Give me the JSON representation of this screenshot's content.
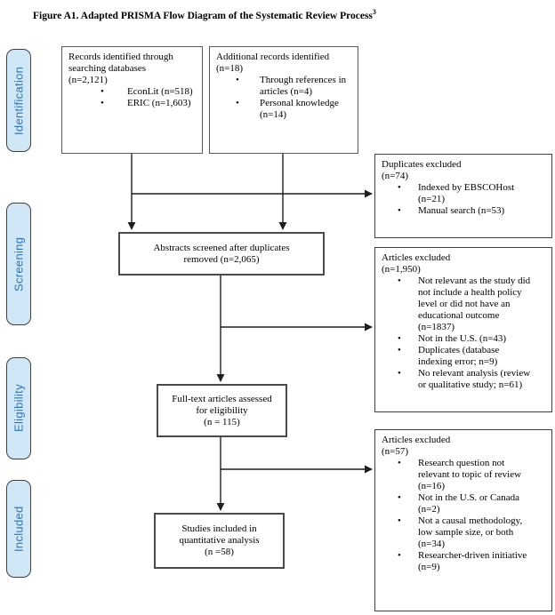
{
  "title": {
    "text": "Figure A1. Adapted PRISMA Flow Diagram of the Systematic Review Process",
    "superscript": "3"
  },
  "stages": [
    {
      "label": "Identification"
    },
    {
      "label": "Screening"
    },
    {
      "label": "Eligibility"
    },
    {
      "label": "Included"
    }
  ],
  "boxes": {
    "records_identified": {
      "heading": "Records identified through\nsearching databases\n(n=2,121)",
      "bullets": [
        "EconLit (n=518)",
        "ERIC (n=1,603)"
      ]
    },
    "additional_records": {
      "heading": "Additional records identified\n(n=18)",
      "bullets": [
        "Through references in\narticles (n=4)",
        "Personal knowledge\n(n=14)"
      ]
    },
    "duplicates_excluded": {
      "heading": "Duplicates excluded\n(n=74)",
      "bullets": [
        "Indexed by EBSCOHost\n(n=21)",
        "Manual search (n=53)"
      ]
    },
    "abstracts_screened": {
      "text": "Abstracts screened after duplicates\nremoved (n=2,065)"
    },
    "articles_excluded_screening": {
      "heading": "Articles excluded\n(n=1,950)",
      "bullets": [
        "Not relevant as the study did\nnot include a health policy\nlevel or did not have an\neducational outcome\n(n=1837)",
        "Not in the U.S. (n=43)",
        "Duplicates (database\nindexing error; n=9)",
        "No relevant analysis (review\nor qualitative study; n=61)"
      ]
    },
    "fulltext_assessed": {
      "text": "Full-text articles assessed\nfor eligibility\n(n = 115)"
    },
    "articles_excluded_eligibility": {
      "heading": "Articles excluded\n(n=57)",
      "bullets": [
        "Research question not\nrelevant to topic of review\n(n=16)",
        "Not in the U.S. or Canada\n(n=2)",
        "Not a causal methodology,\nlow sample size, or both\n(n=34)",
        "Researcher-driven initiative\n(n=9)"
      ]
    },
    "studies_included": {
      "text": "Studies included in\nquantitative analysis\n(n =58)"
    }
  },
  "glyphs": {
    "bullet": "•"
  },
  "colors": {
    "stage_fill": "#cfe7f7",
    "stage_text": "#2e75b6",
    "stage_border": "#404040",
    "box_border_gray": "#595959",
    "box_border_dark": "#3f3f3f",
    "arrow": "#1f1f1f",
    "background": "#ffffff"
  }
}
